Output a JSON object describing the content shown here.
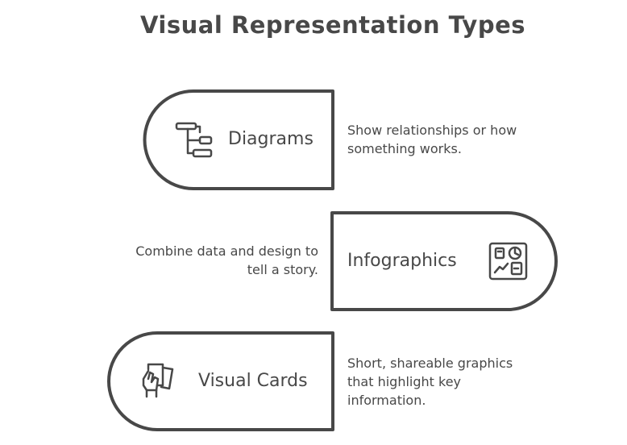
{
  "title": "Visual Representation Types",
  "colors": {
    "stroke": "#484848",
    "background": "#ffffff"
  },
  "items": [
    {
      "label": "Diagrams",
      "icon": "flowchart-icon",
      "description_lines": [
        "Show relationships or how",
        "something works."
      ]
    },
    {
      "label": "Infographics",
      "icon": "dashboard-icon",
      "description_lines": [
        "Combine data and design to",
        "tell a story."
      ]
    },
    {
      "label": "Visual Cards",
      "icon": "hand-holding-cards-icon",
      "description_lines": [
        "Short, shareable graphics",
        "that highlight key",
        "information."
      ]
    }
  ]
}
